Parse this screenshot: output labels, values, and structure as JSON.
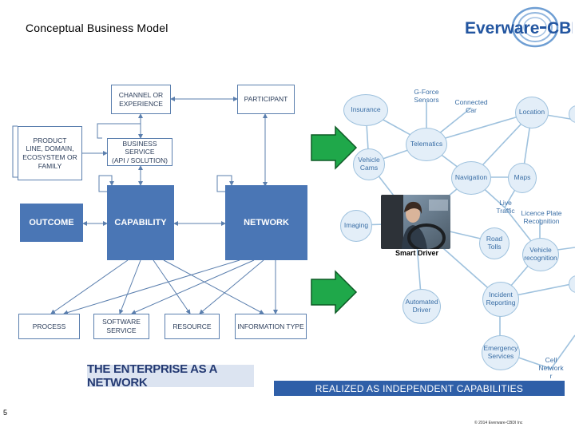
{
  "slide": {
    "title": "Conceptual Business Model",
    "page_number": "5",
    "copyright": "© 2014 Everware-CBDI Inc"
  },
  "logo": {
    "text_left": "Everware",
    "text_right": "CBDI",
    "color": "#2255a0"
  },
  "model": {
    "channel": "CHANNEL OR\nEXPERIENCE",
    "participant": "PARTICIPANT",
    "product_line": "PRODUCT\nLINE, DOMAIN,\nECOSYSTEM OR\nFAMILY",
    "business_service": "BUSINESS SERVICE\n(API / SOLUTION)",
    "outcome": "OUTCOME",
    "capability": "CAPABILITY",
    "network": "NETWORK",
    "process": "PROCESS",
    "software_service": "SOFTWARE\nSERVICE",
    "resource": "RESOURCE",
    "information_type": "INFORMATION TYPE",
    "box_color": "#4a76b5",
    "line_color": "#5b7fae"
  },
  "enterprise_label": "THE ENTERPRISE AS A NETWORK",
  "realized_label": "REALIZED AS INDEPENDENT CAPABILITIES",
  "arrow_color": "#1fa84a",
  "network": {
    "nodes": {
      "insurance": "Insurance",
      "gforce": "G-Force\nSensors",
      "connected": "Connected\nCar",
      "location": "Location",
      "telematics": "Telematics",
      "vehicle_cams": "Vehicle\nCams",
      "navigation": "Navigation",
      "maps": "Maps",
      "live_traffic": "Live\nTraffic",
      "licence_plate": "Licence Plate\nRecognition",
      "imaging": "Imaging",
      "road_tolls": "Road\nTolls",
      "vehicle_recognition": "Vehicle\nrecognition",
      "automated_driver": "Automated\nDriver",
      "incident_reporting": "Incident\nReporting",
      "emergency_services": "Emergency\nServices",
      "cell_network": "Cell\nNetwork\nr"
    },
    "center_label": "Smart Driver",
    "node_color": "#e3eef8",
    "link_color": "#9fc2de"
  }
}
